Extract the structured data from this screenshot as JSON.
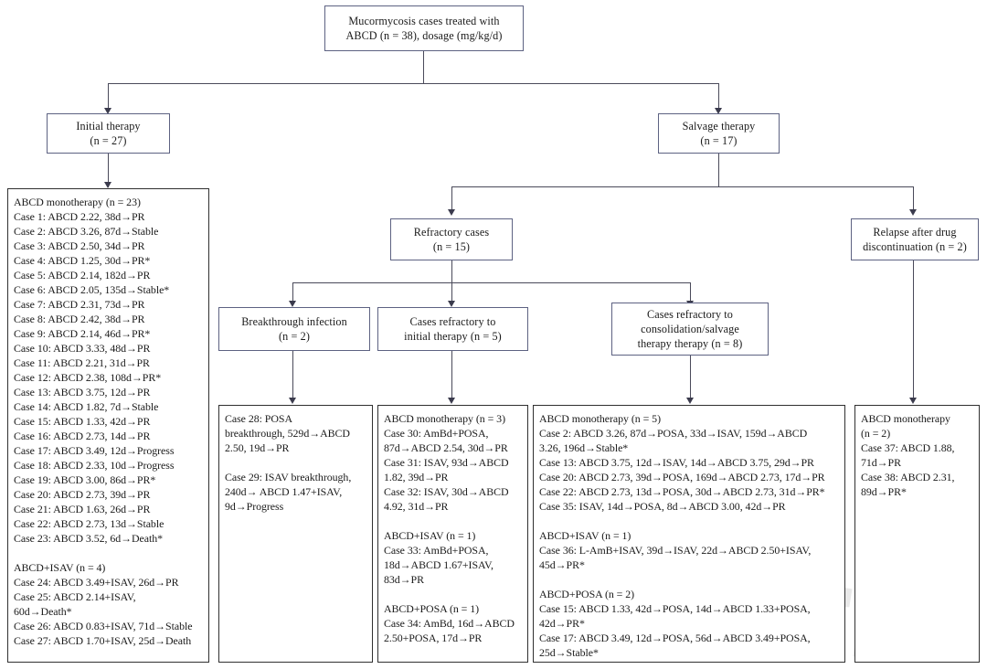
{
  "figure": {
    "type": "flowchart",
    "watermark": "CS"
  },
  "nodes": {
    "root": {
      "label": "Mucormycosis cases treated with\nABCD (n = 38), dosage (mg/kg/d)"
    },
    "initial_therapy": {
      "label": "Initial therapy\n(n = 27)"
    },
    "salvage_therapy": {
      "label": "Salvage therapy\n(n = 17)"
    },
    "refractory_cases": {
      "label": "Refractory cases\n(n = 15)"
    },
    "relapse_after_discontinuation": {
      "label": "Relapse after drug\ndiscontinuation (n = 2)"
    },
    "breakthrough_infection": {
      "label": "Breakthrough infection\n(n = 2)"
    },
    "refractory_to_initial": {
      "label": "Cases refractory to\ninitial therapy (n = 5)"
    },
    "refractory_to_consolidation": {
      "label": "Cases refractory to\nconsolidation/salvage\ntherapy therapy (n = 8)"
    }
  },
  "leaves": {
    "initial_therapy_cases": {
      "text": "ABCD monotherapy (n = 23)\nCase 1: ABCD 2.22, 38d→PR\nCase 2: ABCD 3.26, 87d→Stable\nCase 3: ABCD 2.50, 34d→PR\nCase 4: ABCD 1.25, 30d→PR*\nCase 5: ABCD 2.14, 182d→PR\nCase 6: ABCD 2.05, 135d→Stable*\nCase 7: ABCD 2.31, 73d→PR\nCase 8: ABCD 2.42, 38d→PR\nCase 9: ABCD 2.14, 46d→PR*\nCase 10: ABCD 3.33, 48d→PR\nCase 11: ABCD 2.21, 31d→PR\nCase 12: ABCD 2.38, 108d→PR*\nCase 13: ABCD 3.75, 12d→PR\nCase 14: ABCD 1.82, 7d→Stable\nCase 15: ABCD 1.33, 42d→PR\nCase 16: ABCD 2.73, 14d→PR\nCase 17: ABCD 3.49, 12d→Progress\nCase 18: ABCD 2.33, 10d→Progress\nCase 19: ABCD 3.00, 86d→PR*\nCase 20: ABCD 2.73, 39d→PR\nCase 21: ABCD 1.63, 26d→PR\nCase 22: ABCD 2.73, 13d→Stable\nCase 23: ABCD 3.52, 6d→Death*\n\nABCD+ISAV (n = 4)\nCase 24: ABCD 3.49+ISAV, 26d→PR\nCase 25: ABCD 2.14+ISAV,\n60d→Death*\nCase 26: ABCD 0.83+ISAV, 71d→Stable\nCase 27: ABCD 1.70+ISAV, 25d→Death"
    },
    "breakthrough_cases": {
      "text": "Case 28: POSA\nbreakthrough, 529d→ABCD\n2.50, 19d→PR\n\nCase 29: ISAV breakthrough,\n240d→ ABCD 1.47+ISAV,\n9d→Progress"
    },
    "refractory_initial_cases": {
      "text": "ABCD monotherapy (n = 3)\nCase 30: AmBd+POSA,\n87d→ABCD 2.54, 30d→PR\nCase 31: ISAV, 93d→ABCD\n1.82, 39d→PR\nCase 32: ISAV, 30d→ABCD\n4.92, 31d→PR\n\nABCD+ISAV (n = 1)\nCase 33: AmBd+POSA,\n18d→ABCD 1.67+ISAV,\n83d→PR\n\nABCD+POSA (n = 1)\nCase 34: AmBd, 16d→ABCD\n2.50+POSA, 17d→PR"
    },
    "refractory_consolidation_cases": {
      "text": "ABCD monotherapy (n = 5)\nCase 2: ABCD 3.26, 87d→POSA, 33d→ISAV, 159d→ABCD\n3.26, 196d→Stable*\nCase 13: ABCD 3.75, 12d→ISAV, 14d→ABCD 3.75, 29d→PR\nCase 20: ABCD 2.73, 39d→POSA, 169d→ABCD 2.73, 17d→PR\nCase 22: ABCD 2.73, 13d→POSA, 30d→ABCD 2.73, 31d→PR*\nCase 35: ISAV, 14d→POSA, 8d→ABCD 3.00, 42d→PR\n\nABCD+ISAV (n = 1)\nCase 36: L-AmB+ISAV, 39d→ISAV, 22d→ABCD 2.50+ISAV,\n45d→PR*\n\nABCD+POSA (n = 2)\nCase 15: ABCD 1.33, 42d→POSA, 14d→ABCD 1.33+POSA,\n42d→PR*\nCase 17: ABCD 3.49, 12d→POSA, 56d→ABCD 3.49+POSA,\n25d→Stable*"
    },
    "relapse_cases": {
      "text": "ABCD monotherapy\n(n = 2)\nCase 37: ABCD 1.88,\n71d→PR\nCase 38: ABCD 2.31,\n89d→PR*"
    }
  }
}
